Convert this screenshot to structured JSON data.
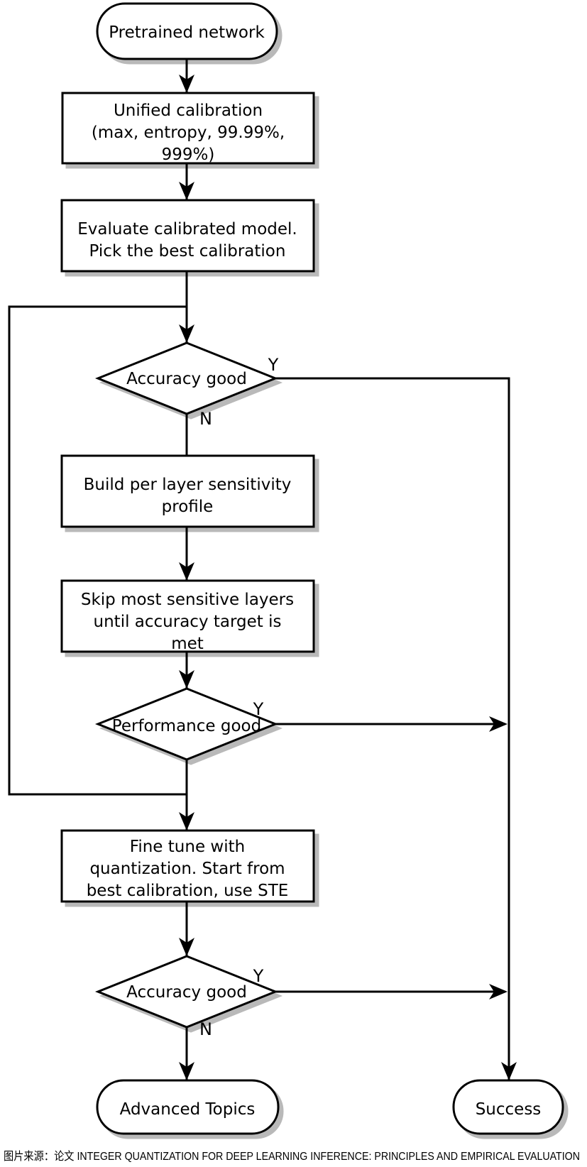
{
  "flowchart": {
    "nodes": {
      "pretrained": {
        "type": "terminal",
        "label": "Pretrained network"
      },
      "unified": {
        "type": "process",
        "label": "Unified calibration (max, entropy, 99.99%, 999%)",
        "lines": [
          "Unified calibration",
          "(max, entropy, 99.99%,",
          "999%)"
        ]
      },
      "evaluate": {
        "type": "process",
        "label": "Evaluate calibrated model. Pick the best calibration",
        "lines": [
          "Evaluate calibrated model.",
          "Pick the best calibration"
        ]
      },
      "accuracy1": {
        "type": "decision",
        "label": "Accuracy good",
        "yes": "Y",
        "no": "N"
      },
      "build": {
        "type": "process",
        "label": "Build per layer sensitivity profile",
        "lines": [
          "Build per layer sensitivity",
          "profile"
        ]
      },
      "skip": {
        "type": "process",
        "label": "Skip most sensitive layers until accuracy target is met",
        "lines": [
          "Skip most sensitive layers",
          "until accuracy target is",
          "met"
        ]
      },
      "performance": {
        "type": "decision",
        "label": "Performance good",
        "yes": "Y"
      },
      "finetune": {
        "type": "process",
        "label": "Fine tune with quantization. Start from best calibration, use STE",
        "lines": [
          "Fine tune with",
          "quantization. Start from",
          "best calibration, use STE"
        ]
      },
      "accuracy2": {
        "type": "decision",
        "label": "Accuracy good",
        "yes": "Y",
        "no": "N"
      },
      "advanced": {
        "type": "terminal",
        "label": "Advanced Topics"
      },
      "success": {
        "type": "terminal",
        "label": "Success"
      }
    },
    "caption": {
      "text": "图片来源：论文 INTEGER QUANTIZATION FOR DEEP LEARNING INFERENCE: PRINCIPLES AND EMPIRICAL EVALUATION"
    },
    "colors": {
      "line": "#000000",
      "node_fill": "#ffffff",
      "shadow": "#b9b9b9",
      "text": "#000000",
      "background": "#ffffff"
    }
  }
}
